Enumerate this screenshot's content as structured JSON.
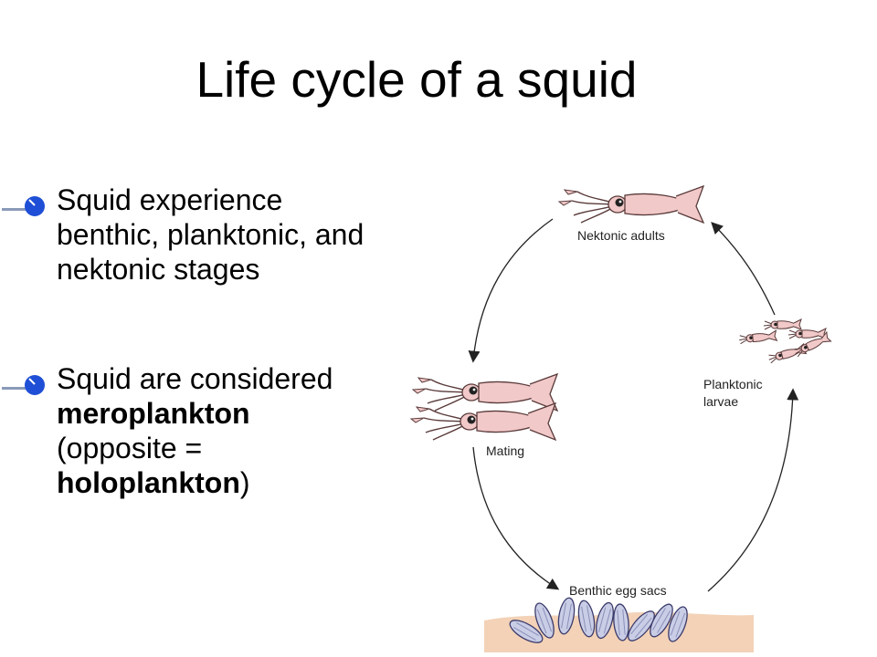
{
  "title": "Life cycle of a squid",
  "bullets": [
    {
      "text": "Squid experience benthic, planktonic, and nektonic stages"
    },
    {
      "before": "Squid are considered ",
      "bold1": "meroplankton",
      "middle": " (opposite = ",
      "bold2": "holoplankton",
      "after": ")"
    }
  ],
  "diagram": {
    "labels": {
      "adults": "Nektonic adults",
      "larvae_line1": "Planktonic",
      "larvae_line2": "larvae",
      "mating": "Mating",
      "eggs": "Benthic egg sacs"
    }
  },
  "colors": {
    "bullet": "#1f4fd6",
    "squid_body": "#f2c9c9",
    "squid_outline": "#5a3a3a",
    "sand": "#f3d2b7",
    "egg_sac": "#c9cde6"
  }
}
